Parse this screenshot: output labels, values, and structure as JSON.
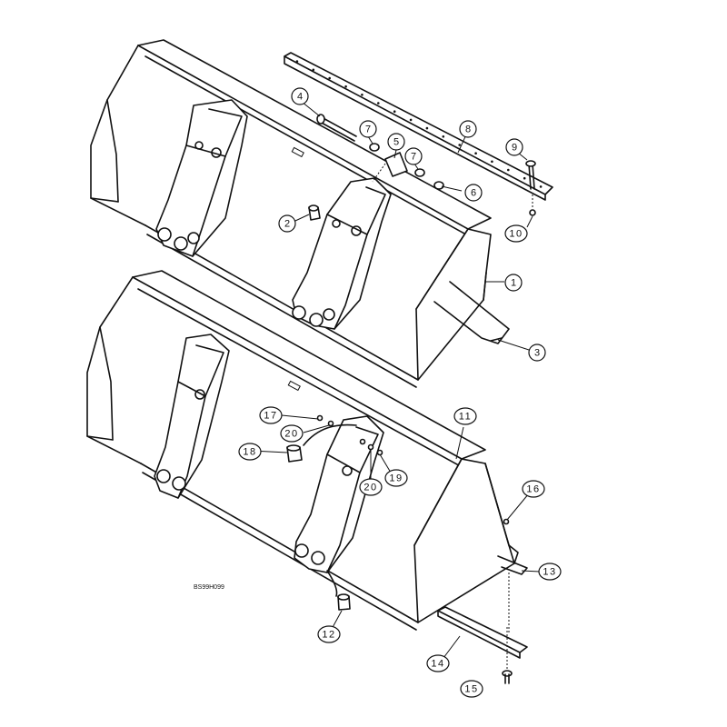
{
  "diagram": {
    "reference_code": "BS99H099",
    "highlight_color": "#f5a55a",
    "callouts": [
      {
        "id": "c1",
        "label": "1"
      },
      {
        "id": "c2",
        "label": "2"
      },
      {
        "id": "c3",
        "label": "3"
      },
      {
        "id": "c4",
        "label": "4"
      },
      {
        "id": "c5",
        "label": "5"
      },
      {
        "id": "c6",
        "label": "6"
      },
      {
        "id": "c7a",
        "label": "7"
      },
      {
        "id": "c7b",
        "label": "7"
      },
      {
        "id": "c8",
        "label": "8",
        "highlighted": true
      },
      {
        "id": "c9",
        "label": "9"
      },
      {
        "id": "c10",
        "label": "10"
      },
      {
        "id": "c11",
        "label": "11"
      },
      {
        "id": "c12",
        "label": "12"
      },
      {
        "id": "c13",
        "label": "13"
      },
      {
        "id": "c14",
        "label": "14"
      },
      {
        "id": "c15",
        "label": "15"
      },
      {
        "id": "c16",
        "label": "16"
      },
      {
        "id": "c17",
        "label": "17"
      },
      {
        "id": "c18",
        "label": "18"
      },
      {
        "id": "c19",
        "label": "19"
      },
      {
        "id": "c20a",
        "label": "20"
      },
      {
        "id": "c20b",
        "label": "20"
      }
    ]
  }
}
